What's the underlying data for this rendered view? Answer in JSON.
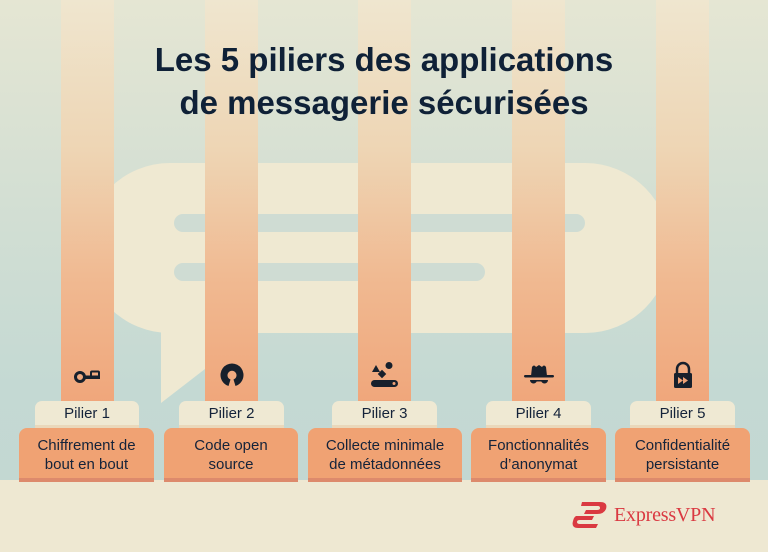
{
  "title": {
    "line1": "Les 5 piliers des applications",
    "line2": "de messagerie sécurisées"
  },
  "pillars": [
    {
      "tab": "Pilier 1",
      "line1": "Chiffrement de",
      "line2": "bout en bout",
      "icon": "key-icon"
    },
    {
      "tab": "Pilier 2",
      "line1": "Code open",
      "line2": "source",
      "icon": "open-source-icon"
    },
    {
      "tab": "Pilier 3",
      "line1": "Collecte minimale",
      "line2": "de métadonnées",
      "icon": "metadata-shapes-icon"
    },
    {
      "tab": "Pilier 4",
      "line1": "Fonctionnalités",
      "line2": "d’anonymat",
      "icon": "incognito-icon"
    },
    {
      "tab": "Pilier 5",
      "line1": "Confidentialité",
      "line2": "persistante",
      "icon": "padlock-forward-icon"
    }
  ],
  "brand": {
    "name": "ExpressVPN",
    "color": "#da3941"
  },
  "colors": {
    "title": "#0f2137",
    "pillar_top": "#efe6cf",
    "pillar_bottom": "#f0a276",
    "card": "#f0a273",
    "tab": "#efe9d3",
    "bubble": "#efe9d2"
  }
}
